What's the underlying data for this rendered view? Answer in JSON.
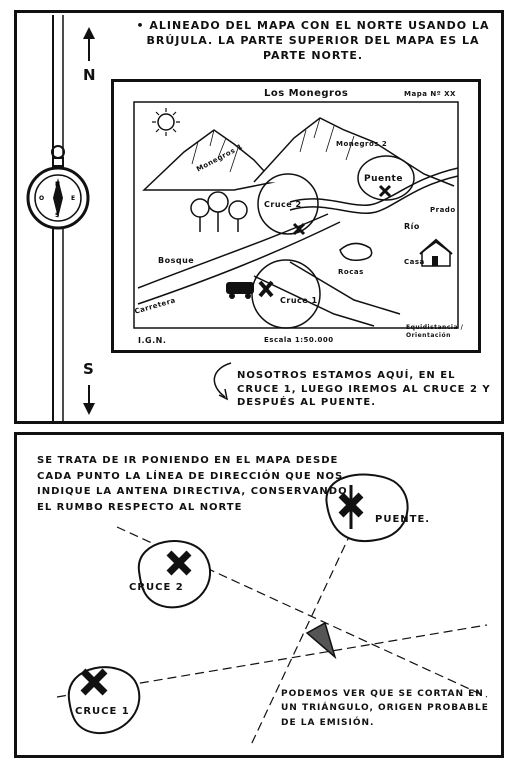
{
  "top_panel": {
    "north_label": "N",
    "south_label": "S",
    "instruction": "• Alineado del mapa con el norte usando la brújula. La parte superior del mapa es la parte norte.",
    "map": {
      "title": "Los Monegros",
      "map_number": "Mapa Nº XX",
      "labels": {
        "monegros1": "Monegros 1",
        "monegros2": "Monegros 2",
        "puente": "Puente",
        "cruce2": "Cruce 2",
        "rio": "Río",
        "prado": "Prado",
        "bosque": "Bosque",
        "rocas": "Rocas",
        "casa": "Casa",
        "carretera": "Carretera",
        "cruce1": "Cruce 1"
      },
      "ign": "I.G.N.",
      "scale": "Escala 1:50.000",
      "equidistance": "Equidistancia / Orientación"
    },
    "caption": "Nosotros estamos aquí, en el cruce 1, luego iremos al cruce 2 y después al puente."
  },
  "bottom_panel": {
    "text": "Se trata de ir poniendo en el mapa desde cada punto la línea de dirección que nos indique la antena directiva, conservando el rumbo respecto al norte",
    "puente": "Puente.",
    "cruce2": "Cruce 2",
    "cruce1": "Cruce 1",
    "conclusion": "Podemos ver que se cortan en un triángulo, origen probable de la emisión."
  }
}
